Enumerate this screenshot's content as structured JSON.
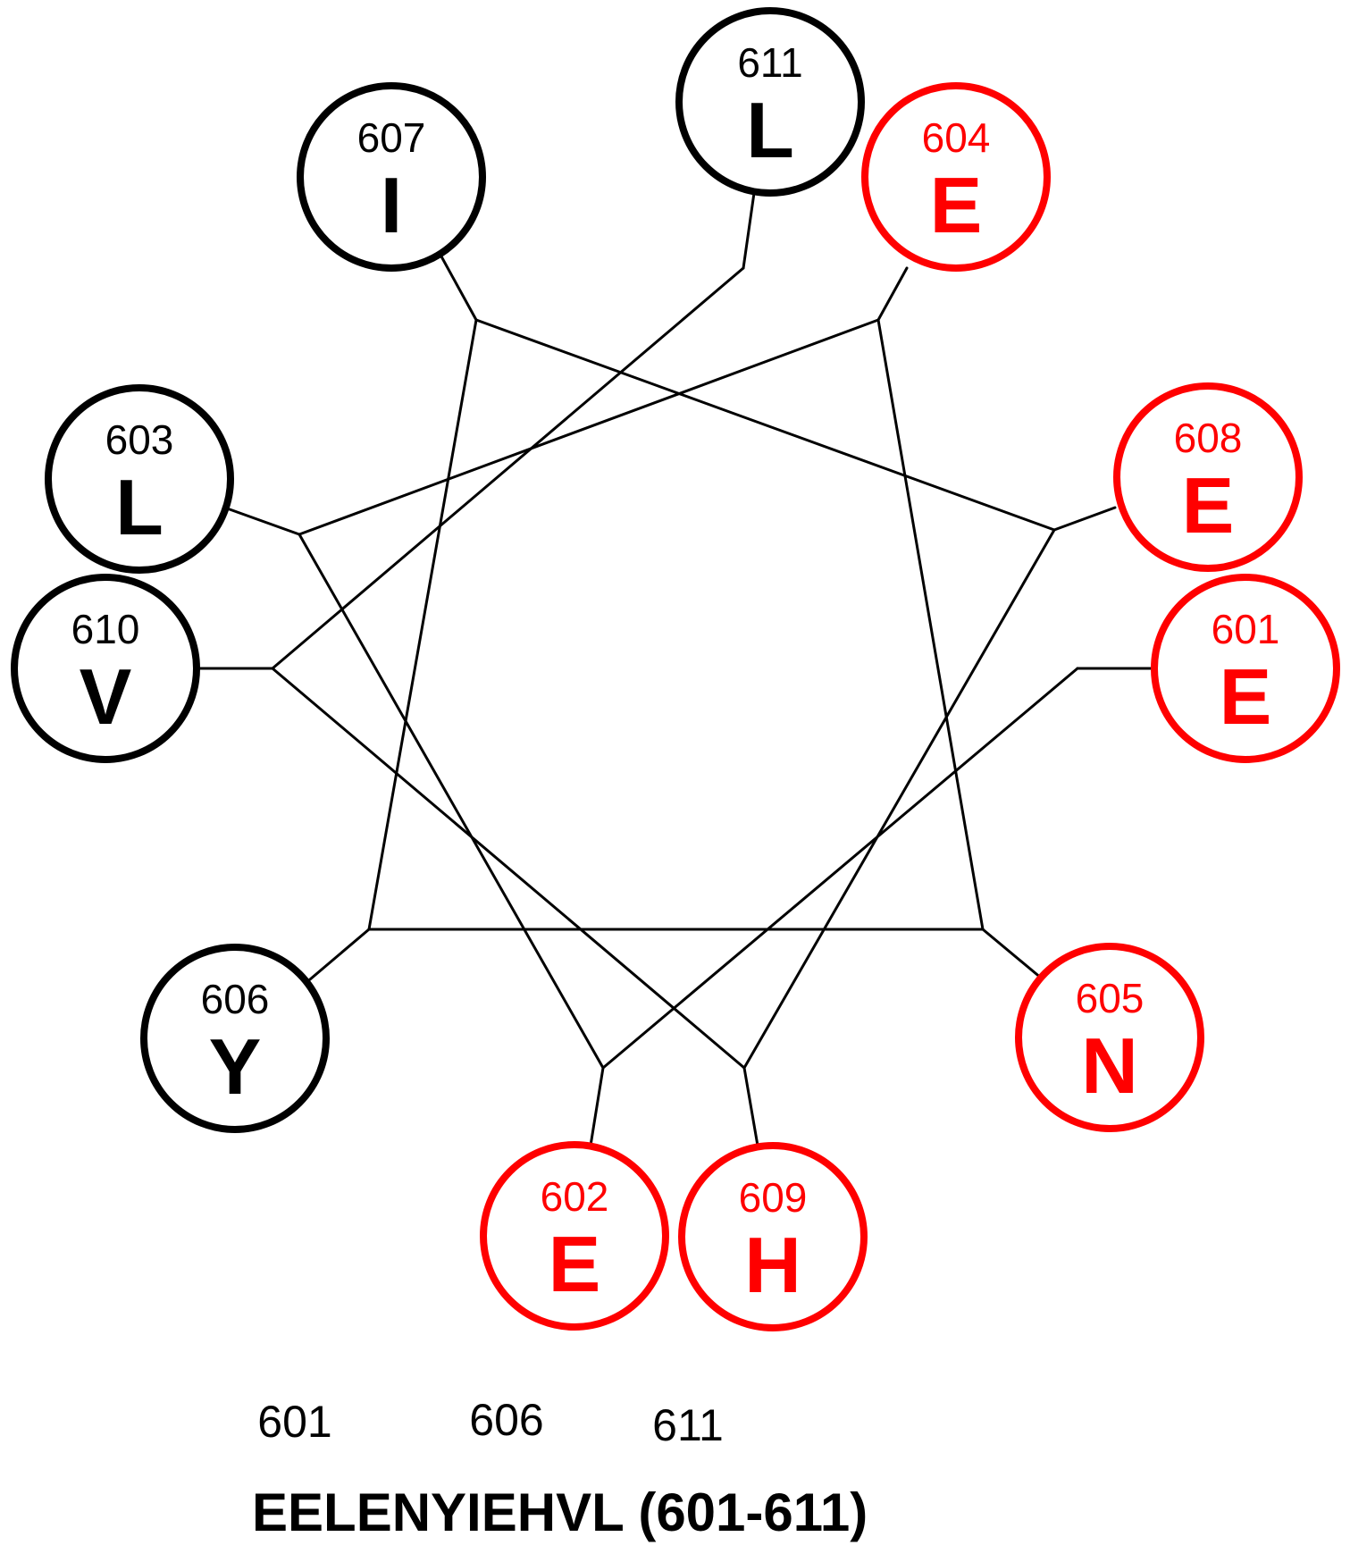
{
  "colors": {
    "hydrophobic": "#000000",
    "hydrophilic": "#ff0000",
    "connector": "#000000",
    "background": "#ffffff"
  },
  "residues": [
    {
      "number": "601",
      "letter": "E",
      "group": "hydrophilic"
    },
    {
      "number": "602",
      "letter": "E",
      "group": "hydrophilic"
    },
    {
      "number": "603",
      "letter": "L",
      "group": "hydrophobic"
    },
    {
      "number": "604",
      "letter": "E",
      "group": "hydrophilic"
    },
    {
      "number": "605",
      "letter": "N",
      "group": "hydrophilic"
    },
    {
      "number": "606",
      "letter": "Y",
      "group": "hydrophobic"
    },
    {
      "number": "607",
      "letter": "I",
      "group": "hydrophobic"
    },
    {
      "number": "608",
      "letter": "E",
      "group": "hydrophilic"
    },
    {
      "number": "609",
      "letter": "H",
      "group": "hydrophilic"
    },
    {
      "number": "610",
      "letter": "V",
      "group": "hydrophobic"
    },
    {
      "number": "611",
      "letter": "L",
      "group": "hydrophobic"
    }
  ],
  "sequence": {
    "tick_labels": [
      "601",
      "606",
      "611"
    ],
    "title": "EELENYIEHVL (601-611)"
  }
}
